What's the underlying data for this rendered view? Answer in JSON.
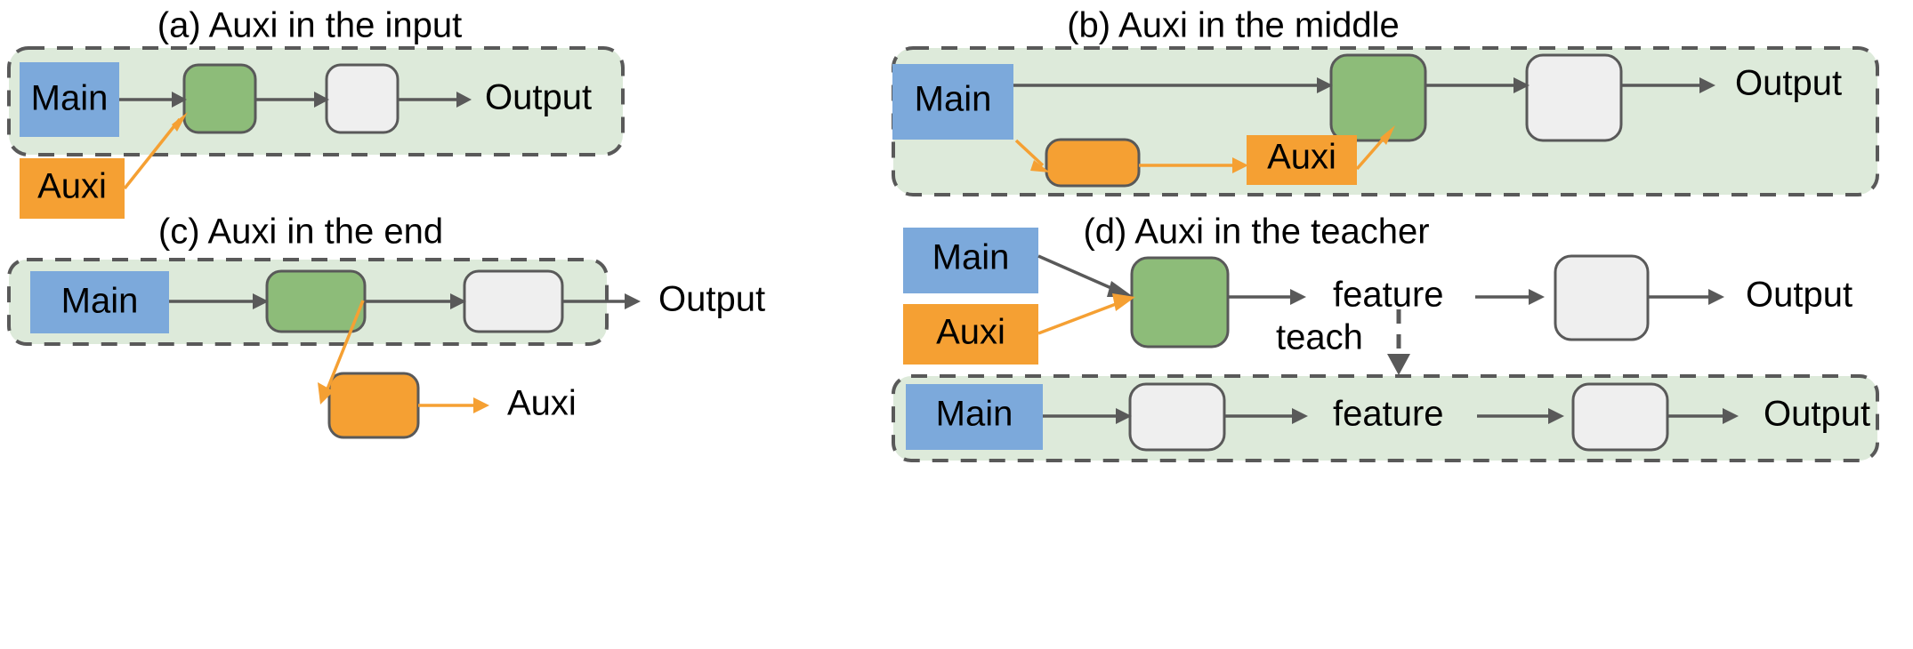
{
  "figure": {
    "title_a": "(a) Auxi in the input",
    "title_b": "(b) Auxi in the middle",
    "title_c": "(c) Auxi in the end",
    "title_d": "(d) Auxi in the teacher"
  },
  "labels": {
    "main": "Main",
    "auxi": "Auxi",
    "output": "Output",
    "feature": "feature",
    "teach": "teach"
  },
  "panel_a": {
    "title": "(a) Auxi in the input",
    "main_label": "Main",
    "auxi_label": "Auxi",
    "output_label": "Output"
  },
  "panel_b": {
    "title": "(b) Auxi in the middle",
    "main_label": "Main",
    "auxi_label": "Auxi",
    "output_label": "Output"
  },
  "panel_c": {
    "title": "(c) Auxi in the end",
    "main_label": "Main",
    "auxi_label": "Auxi",
    "output_label": "Output"
  },
  "panel_d": {
    "title": "(d) Auxi in the teacher",
    "teacher_main_label": "Main",
    "teacher_auxi_label": "Auxi",
    "teacher_feature_label": "feature",
    "teacher_output_label": "Output",
    "teach_label": "teach",
    "student_main_label": "Main",
    "student_feature_label": "feature",
    "student_output_label": "Output"
  },
  "colors": {
    "main_blue": "#7CA9DB",
    "auxi_orange": "#F5A033",
    "green_block": "#8DBC79",
    "grey_block": "#EFEFEF",
    "group_fill": "#DDEADA",
    "stroke_dark": "#595959"
  }
}
